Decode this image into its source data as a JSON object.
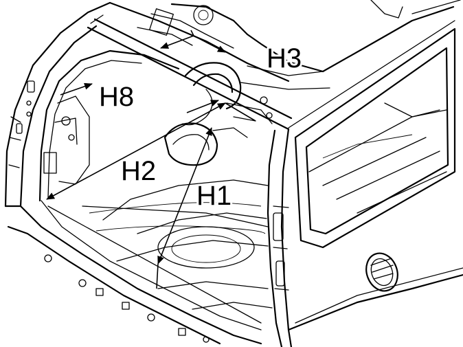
{
  "labels": {
    "h1": "H1",
    "h2": "H2",
    "h3": "H3",
    "h8": "H8"
  },
  "colors": {
    "line": "#000000",
    "background": "#ffffff"
  }
}
